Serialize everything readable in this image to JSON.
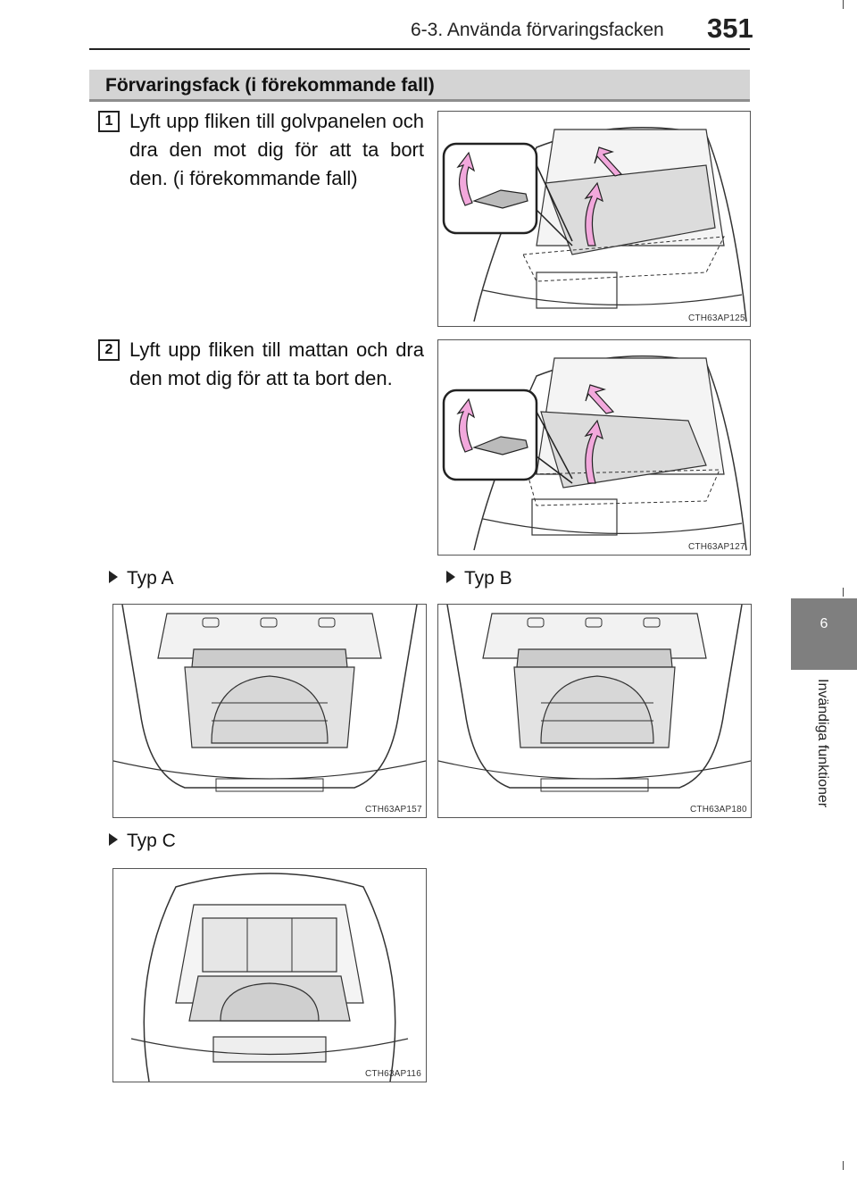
{
  "header": {
    "section_title": "6-3. Använda förvaringsfacken",
    "page_number": "351"
  },
  "heading": "Förvaringsfack (i förekommande fall)",
  "steps": [
    {
      "number": "1",
      "text": "Lyft upp fliken till golvpanelen och dra den mot dig för att ta bort den. (i förekommande fall)",
      "figure_code": "CTH63AP125"
    },
    {
      "number": "2",
      "text": "Lyft upp fliken till mattan och dra den mot dig för att ta bort den.",
      "figure_code": "CTH63AP127"
    }
  ],
  "types": [
    {
      "label": "Typ A",
      "figure_code": "CTH63AP157"
    },
    {
      "label": "Typ B",
      "figure_code": "CTH63AP180"
    },
    {
      "label": "Typ C",
      "figure_code": "CTH63AP116"
    }
  ],
  "side_tab": {
    "chapter_number": "6",
    "chapter_title": "Invändiga funktioner"
  },
  "colors": {
    "heading_bg": "#d4d4d4",
    "side_tab_bg": "#7f7f7f",
    "arrow_pink": "#f2a8dc"
  }
}
